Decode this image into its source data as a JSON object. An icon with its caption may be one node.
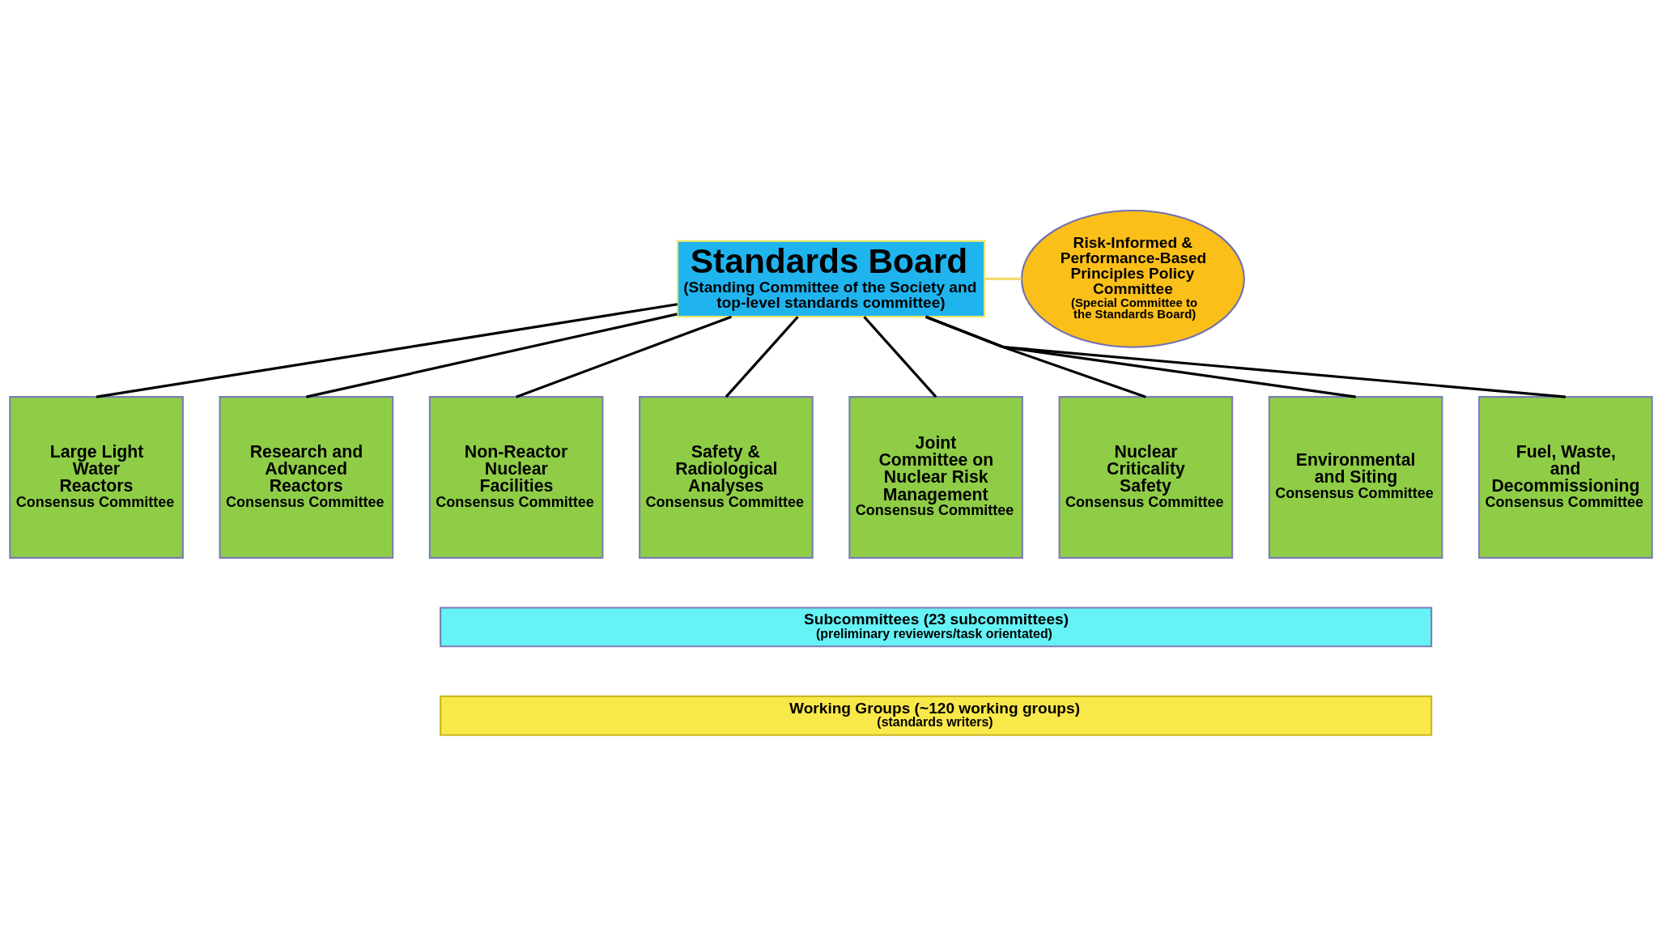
{
  "diagram": {
    "nodes": [
      {
        "text": [
          "Standards Board",
          "(Standing Committee of the Society and top-level standards committee)"
        ]
      },
      {
        "text": [
          "Risk-Informed & Performance-Based Principles Policy Committee",
          "(Special Committee to the Standards Board)"
        ]
      },
      {
        "text": [
          "Large Light Water Reactors",
          "Consensus Committee"
        ]
      },
      {
        "text": [
          "Research and Advanced Reactors",
          "Consensus Committee"
        ]
      },
      {
        "text": [
          "Non-Reactor Nuclear Facilities",
          "Consensus Committee"
        ]
      },
      {
        "text": [
          "Safety & Radiological Analyses",
          "Consensus Committee"
        ]
      },
      {
        "text": [
          "Joint Committee on Nuclear Risk Management",
          "Consensus Committee"
        ]
      },
      {
        "text": [
          "Nuclear Criticality Safety",
          "Consensus Committee"
        ]
      },
      {
        "text": [
          "Environmental and Siting",
          "Consensus Committee"
        ]
      },
      {
        "text": [
          "Fuel, Waste, and Decommissioning",
          "Consensus Committee"
        ]
      },
      {
        "text": [
          "Subcommittees (23 subcommittees)",
          "(preliminary reviewers/task orientated)"
        ]
      },
      {
        "text": [
          "Working Groups (~120 working groups)",
          "(standards writers)"
        ]
      }
    ],
    "edges": [
      {
        "from": 0,
        "to": 1,
        "arrow": "none",
        "color": "#f5d76e"
      },
      {
        "from": 0,
        "to": 2,
        "arrow": "none"
      },
      {
        "from": 0,
        "to": 3,
        "arrow": "none"
      },
      {
        "from": 0,
        "to": 4,
        "arrow": "none"
      },
      {
        "from": 0,
        "to": 5,
        "arrow": "none"
      },
      {
        "from": 0,
        "to": 6,
        "arrow": "none"
      },
      {
        "from": 0,
        "to": 7,
        "arrow": "none"
      },
      {
        "from": 0,
        "to": 8,
        "arrow": "none"
      },
      {
        "from": 0,
        "to": 9,
        "arrow": "none"
      }
    ]
  }
}
